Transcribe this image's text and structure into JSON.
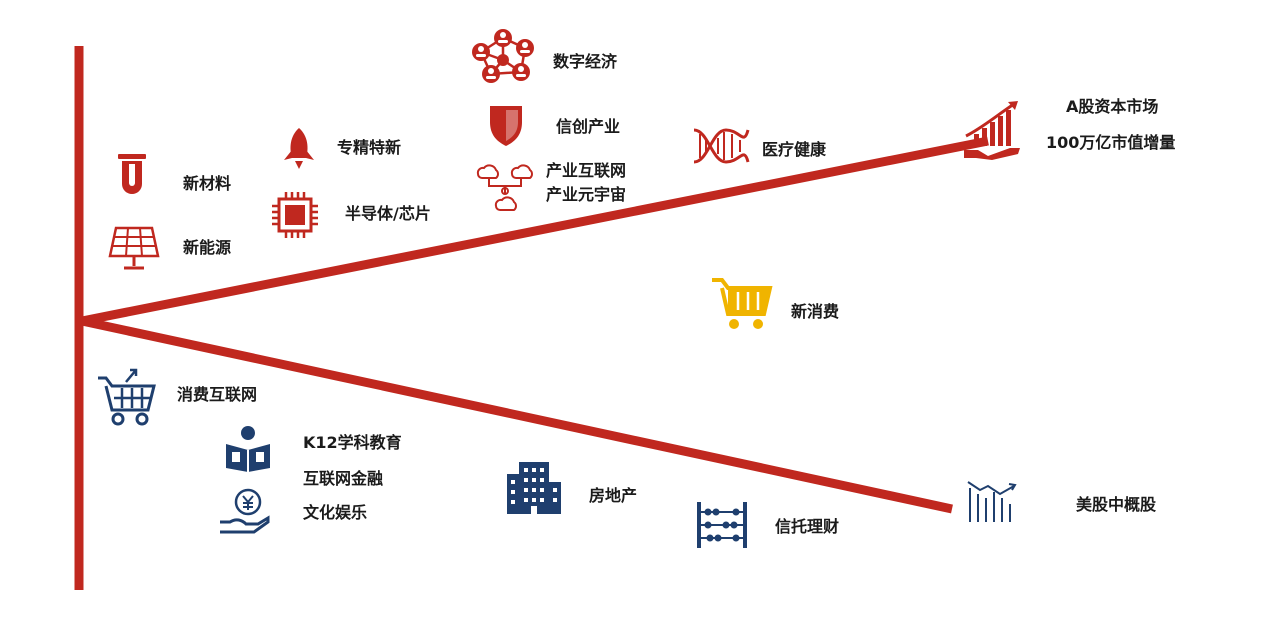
{
  "colors": {
    "red": "#c0281f",
    "navy": "#1f3f6e",
    "yellow": "#f0b400",
    "text": "#1b1b1b"
  },
  "upper_branch": {
    "items": [
      {
        "label": "新材料",
        "icon": "test-tube-icon"
      },
      {
        "label": "新能源",
        "icon": "solar-panel-icon"
      },
      {
        "label": "专精特新",
        "icon": "rocket-icon"
      },
      {
        "label": "半导体/芯片",
        "icon": "chip-icon"
      },
      {
        "label": "数字经济",
        "icon": "network-people-icon"
      },
      {
        "label": "信创产业",
        "icon": "shield-icon"
      },
      {
        "label": "产业互联网",
        "icon": "cloud-network-icon"
      },
      {
        "label": "产业元宇宙",
        "icon": "cloud-network-icon"
      },
      {
        "label": "医疗健康",
        "icon": "dna-icon"
      }
    ],
    "endpoint": {
      "line1": "A股资本市场",
      "line2": "100万亿市值增量",
      "icon": "growth-chart-hand-icon"
    }
  },
  "middle": {
    "label": "新消费",
    "icon": "shopping-cart-icon"
  },
  "lower_branch": {
    "items": [
      {
        "label": "消费互联网",
        "icon": "shopping-cart-icon"
      },
      {
        "label": "K12学科教育",
        "icon": "reading-person-icon"
      },
      {
        "label": "互联网金融",
        "icon": "yuan-hand-icon"
      },
      {
        "label": "文化娱乐",
        "icon": "yuan-hand-icon"
      },
      {
        "label": "房地产",
        "icon": "building-icon"
      },
      {
        "label": "信托理财",
        "icon": "abacus-icon"
      }
    ],
    "endpoint": {
      "label": "美股中概股",
      "icon": "declining-bars-icon"
    }
  }
}
